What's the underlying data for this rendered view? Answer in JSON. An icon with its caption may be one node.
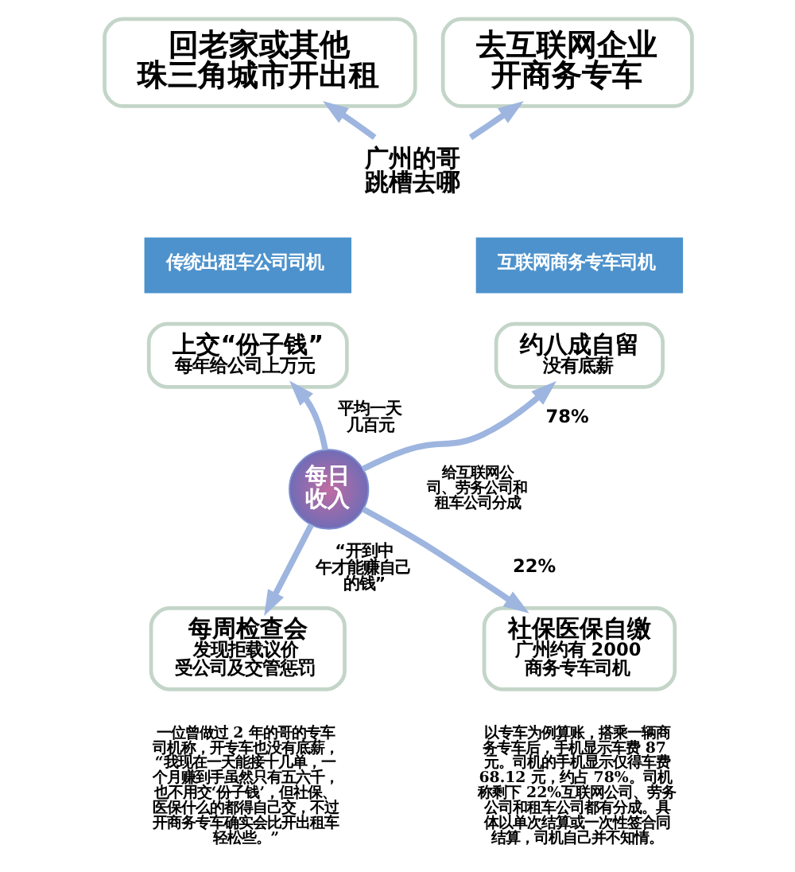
{
  "diagram": {
    "nodes": [
      {
        "text": [
          "回老家或其他珠三角城市开出租"
        ]
      },
      {
        "text": [
          "去互联网企业开商务专车"
        ]
      },
      {
        "text": [
          "广州的哥跳槽去哪"
        ]
      },
      {
        "text": [
          "传统出租车公司司机"
        ]
      },
      {
        "text": [
          "互联网商务专车司机"
        ]
      },
      {
        "text": [
          "上交“份子钱”",
          "每年给公司上万元"
        ]
      },
      {
        "text": [
          "约八成自留",
          "没有底薪"
        ]
      },
      {
        "text": [
          "每日收入"
        ]
      },
      {
        "text": [
          "每周检查会",
          "发现拒载议价受公司及交管惩罚"
        ]
      },
      {
        "text": [
          "社保医保自缴",
          "广州约有 2000商务专车司机"
        ]
      }
    ],
    "edges": [
      {
        "from": 2,
        "to": 0,
        "arrow": "to"
      },
      {
        "from": 2,
        "to": 1,
        "arrow": "to"
      },
      {
        "from": 7,
        "to": 5,
        "arrow": "to",
        "label": "平均一天几百元"
      },
      {
        "from": 7,
        "to": 6,
        "arrow": "to",
        "label": "78%"
      },
      {
        "from": 7,
        "to": 8,
        "arrow": "to",
        "label": "“开到中午才能赚自己的钱”"
      },
      {
        "from": 7,
        "to": 9,
        "arrow": "to",
        "label": "22%"
      }
    ],
    "labels": [
      "给互联网公司、劳务公司和租车公司分成",
      "一位曾做过 2 年的哥的专车司机称，开专车也没有底薪，“我现在一天能接十几单，一个月赚到手虽然只有五六千，也不用交‘份子钱’，但社保、医保什么的都得自己交，不过开商务专车确实会比开出租车轻松些。”",
      "以专车为例算账，搭乘一辆商务专车后，手机显示车费 87 元。司机的手机显示仅得车费 68.12 元，约占 78%。司机称剩下 22%互联网公司、劳务公司和租车公司都有分成。具体以单次结算或一次性签合同结算，司机自己并不知情。"
    ]
  }
}
